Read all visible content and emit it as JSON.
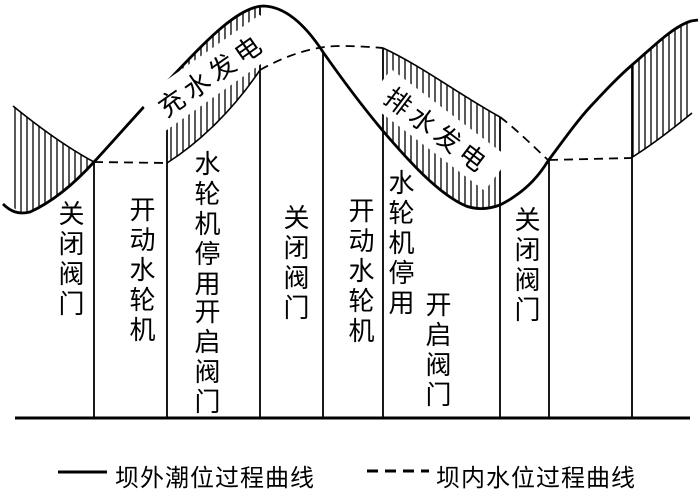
{
  "colors": {
    "ink": "#000000",
    "background": "#ffffff"
  },
  "diagram": {
    "phase_labels": [
      {
        "name": "close-valve-1",
        "text": "关闭阀门"
      },
      {
        "name": "start-turbine-1",
        "text": "开动水轮机"
      },
      {
        "name": "turbine-stop-1",
        "text": "水轮机停用"
      },
      {
        "name": "open-valve-1",
        "text": "开启阀门"
      },
      {
        "name": "close-valve-2",
        "text": "关闭阀门"
      },
      {
        "name": "start-turbine-2",
        "text": "开动水轮机"
      },
      {
        "name": "turbine-stop-2",
        "text": "水轮机停用"
      },
      {
        "name": "open-valve-2",
        "text": "开启阀门"
      },
      {
        "name": "close-valve-3",
        "text": "关闭阀门"
      }
    ],
    "generation_labels": [
      {
        "name": "fill-generation",
        "text": "充水发电"
      },
      {
        "name": "drain-generation",
        "text": "排水发电"
      }
    ]
  },
  "legend": {
    "solid_label": "坝外潮位过程曲线",
    "dashed_label": "坝内水位过程曲线"
  }
}
